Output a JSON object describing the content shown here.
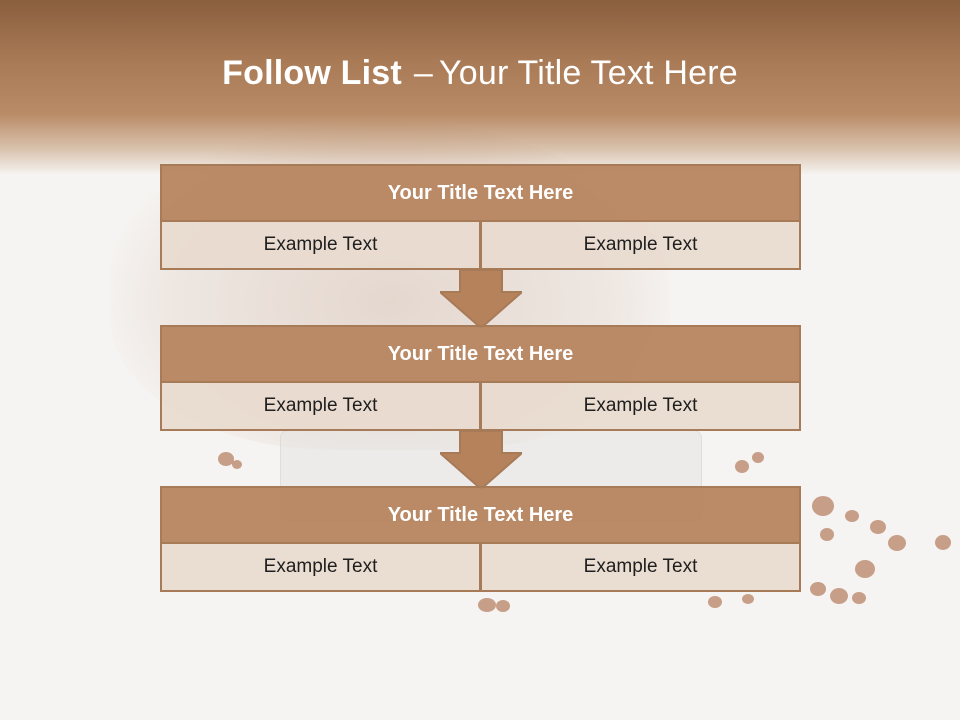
{
  "title": {
    "bold": "Follow List",
    "separator": "–",
    "rest": "Your Title Text Here"
  },
  "steps": [
    {
      "header": "Your Title Text Here",
      "left": "Example Text",
      "right": "Example Text"
    },
    {
      "header": "Your Title Text Here",
      "left": "Example Text",
      "right": "Example Text"
    },
    {
      "header": "Your Title Text Here",
      "left": "Example Text",
      "right": "Example Text"
    }
  ],
  "colors": {
    "header_band": "#a97a56",
    "step_header": "#b6825c",
    "step_cell": "#e8dace",
    "border": "#a77a58"
  }
}
